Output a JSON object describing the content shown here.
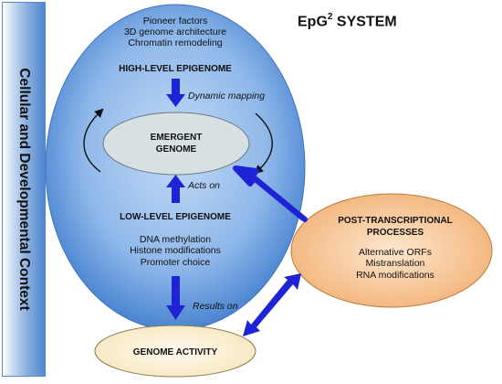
{
  "system_title": {
    "prefix": "EpG",
    "superscript": "2",
    "suffix": " SYSTEM"
  },
  "sidebar_label": "Cellular and Developmental Context",
  "high_level": {
    "features": [
      "Pioneer factors",
      "3D genome architecture",
      "Chromatin remodeling"
    ],
    "title": "HIGH-LEVEL EPIGENOME"
  },
  "emergent_genome": {
    "line1": "EMERGENT",
    "line2": "GENOME"
  },
  "low_level": {
    "title": "LOW-LEVEL EPIGENOME",
    "features": [
      "DNA methylation",
      "Histone modifications",
      "Promoter choice"
    ]
  },
  "post_transcriptional": {
    "title_line1": "POST-TRANSCRIPTIONAL",
    "title_line2": "PROCESSES",
    "features": [
      "Alternative ORFs",
      "Mistranslation",
      "RNA modifications"
    ]
  },
  "genome_activity": "GENOME ACTIVITY",
  "arrow_labels": {
    "dynamic_mapping": "Dynamic mapping",
    "acts_on": "Acts on",
    "results_on": "Results on"
  },
  "colors": {
    "big_ellipse_center": "#c4dbf5",
    "big_ellipse_edge": "#4a85d1",
    "emergent_fill": "#d7e0e2",
    "post_fill": "#f6c89a",
    "genome_activity_fill": "#fdf3d6",
    "arrow_blue": "#1f23d6"
  }
}
